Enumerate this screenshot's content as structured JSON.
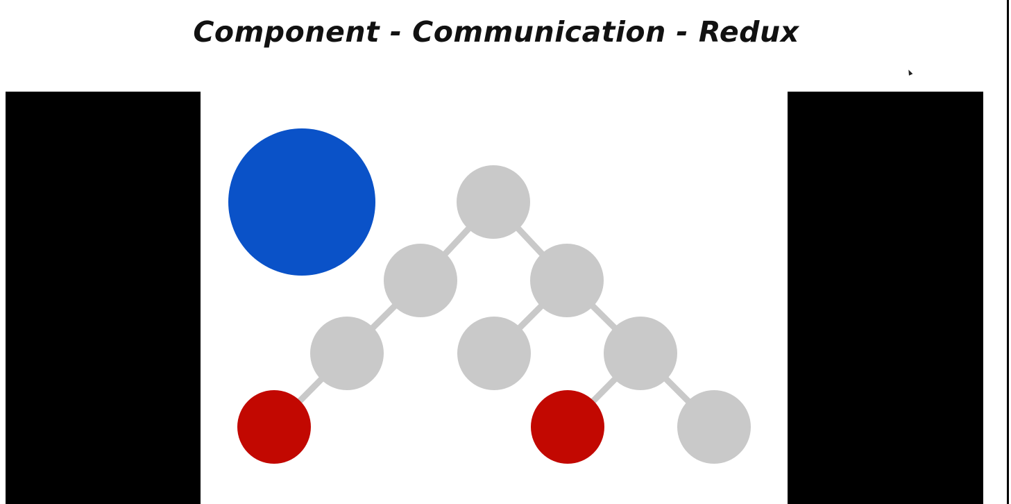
{
  "slide": {
    "title": "Component - Communication - Redux"
  },
  "diagram": {
    "store": {
      "name": "store-node",
      "color": "#0a52c8"
    },
    "node_color": "#c9c9c9",
    "highlight_color": "#c20801",
    "edge_color": "#c9c9c9",
    "tree": [
      {
        "id": "root",
        "parent": null,
        "highlighted": false
      },
      {
        "id": "a",
        "parent": "root",
        "highlighted": false
      },
      {
        "id": "b",
        "parent": "root",
        "highlighted": false
      },
      {
        "id": "a1",
        "parent": "a",
        "highlighted": false
      },
      {
        "id": "b1",
        "parent": "b",
        "highlighted": false
      },
      {
        "id": "b2",
        "parent": "b",
        "highlighted": false
      },
      {
        "id": "a1x",
        "parent": "a1",
        "highlighted": true
      },
      {
        "id": "b2x",
        "parent": "b2",
        "highlighted": true
      },
      {
        "id": "b2y",
        "parent": "b2",
        "highlighted": false
      }
    ]
  }
}
